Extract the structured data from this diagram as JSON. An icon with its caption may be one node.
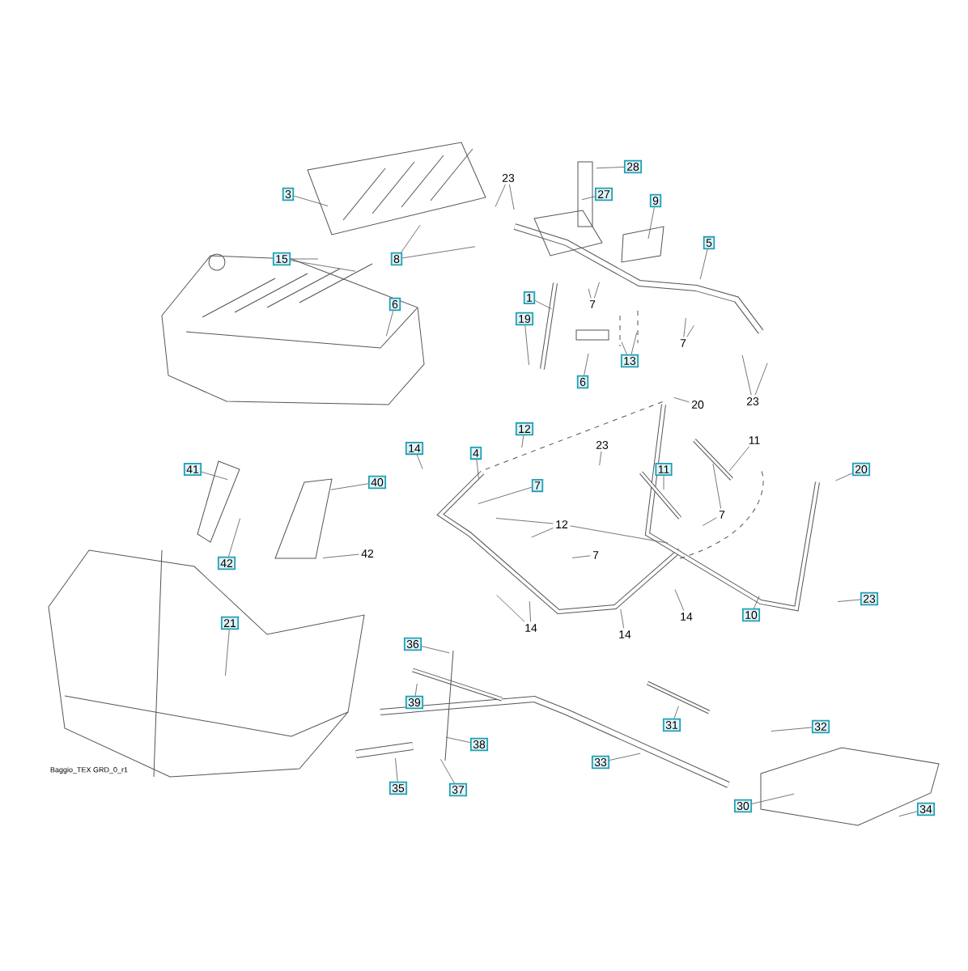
{
  "diagram": {
    "nodes": [
      {
        "text": [
          "28"
        ]
      },
      {
        "text": [
          "23"
        ]
      },
      {
        "text": [
          "3"
        ]
      },
      {
        "text": [
          "27"
        ]
      },
      {
        "text": [
          "9"
        ]
      },
      {
        "text": [
          "5"
        ]
      },
      {
        "text": [
          "15"
        ]
      },
      {
        "text": [
          "8"
        ]
      },
      {
        "text": [
          "1"
        ]
      },
      {
        "text": [
          "6"
        ]
      },
      {
        "text": [
          "19"
        ]
      },
      {
        "text": [
          "7"
        ]
      },
      {
        "text": [
          "7"
        ]
      },
      {
        "text": [
          "13"
        ]
      },
      {
        "text": [
          "6"
        ]
      },
      {
        "text": [
          "23"
        ]
      },
      {
        "text": [
          "20"
        ]
      },
      {
        "text": [
          "12"
        ]
      },
      {
        "text": [
          "23"
        ]
      },
      {
        "text": [
          "11"
        ]
      },
      {
        "text": [
          "14"
        ]
      },
      {
        "text": [
          "4"
        ]
      },
      {
        "text": [
          "41"
        ]
      },
      {
        "text": [
          "11"
        ]
      },
      {
        "text": [
          "20"
        ]
      },
      {
        "text": [
          "40"
        ]
      },
      {
        "text": [
          "7"
        ]
      },
      {
        "text": [
          "7"
        ]
      },
      {
        "text": [
          "12"
        ]
      },
      {
        "text": [
          "42"
        ]
      },
      {
        "text": [
          "7"
        ]
      },
      {
        "text": [
          "42"
        ]
      },
      {
        "text": [
          "23"
        ]
      },
      {
        "text": [
          "10"
        ]
      },
      {
        "text": [
          "21"
        ]
      },
      {
        "text": [
          "14"
        ]
      },
      {
        "text": [
          "14"
        ]
      },
      {
        "text": [
          "14"
        ]
      },
      {
        "text": [
          "36"
        ]
      },
      {
        "text": [
          "39"
        ]
      },
      {
        "text": [
          "31"
        ]
      },
      {
        "text": [
          "32"
        ]
      },
      {
        "text": [
          "38"
        ]
      },
      {
        "text": [
          "33"
        ]
      },
      {
        "text": [
          "35"
        ]
      },
      {
        "text": [
          "37"
        ]
      },
      {
        "text": [
          "30"
        ]
      },
      {
        "text": [
          "34"
        ]
      }
    ],
    "edges": [
      {
        "from": 0,
        "to": null,
        "arrow": "none"
      },
      {
        "from": 1,
        "to": null,
        "arrow": "none"
      },
      {
        "from": 1,
        "to": null,
        "arrow": "none"
      },
      {
        "from": 2,
        "to": null,
        "arrow": "none"
      },
      {
        "from": 3,
        "to": null,
        "arrow": "none"
      },
      {
        "from": 4,
        "to": null,
        "arrow": "none"
      },
      {
        "from": 5,
        "to": null,
        "arrow": "none"
      },
      {
        "from": 6,
        "to": null,
        "arrow": "none"
      },
      {
        "from": 6,
        "to": null,
        "arrow": "none"
      },
      {
        "from": 7,
        "to": null,
        "arrow": "none"
      },
      {
        "from": 7,
        "to": null,
        "arrow": "none"
      },
      {
        "from": 8,
        "to": null,
        "arrow": "none"
      },
      {
        "from": 9,
        "to": null,
        "arrow": "none"
      },
      {
        "from": 10,
        "to": null,
        "arrow": "none"
      },
      {
        "from": 11,
        "to": null,
        "arrow": "none"
      },
      {
        "from": 11,
        "to": null,
        "arrow": "none"
      },
      {
        "from": 12,
        "to": null,
        "arrow": "none"
      },
      {
        "from": 12,
        "to": null,
        "arrow": "none"
      },
      {
        "from": 13,
        "to": null,
        "arrow": "none"
      },
      {
        "from": 13,
        "to": null,
        "arrow": "none"
      },
      {
        "from": 14,
        "to": null,
        "arrow": "none"
      },
      {
        "from": 15,
        "to": null,
        "arrow": "none"
      },
      {
        "from": 15,
        "to": null,
        "arrow": "none"
      },
      {
        "from": 16,
        "to": null,
        "arrow": "none"
      },
      {
        "from": 17,
        "to": null,
        "arrow": "none"
      },
      {
        "from": 18,
        "to": null,
        "arrow": "none"
      },
      {
        "from": 19,
        "to": null,
        "arrow": "none"
      },
      {
        "from": 20,
        "to": null,
        "arrow": "none"
      },
      {
        "from": 21,
        "to": null,
        "arrow": "none"
      },
      {
        "from": 22,
        "to": null,
        "arrow": "none"
      },
      {
        "from": 23,
        "to": null,
        "arrow": "none"
      },
      {
        "from": 24,
        "to": null,
        "arrow": "none"
      },
      {
        "from": 25,
        "to": null,
        "arrow": "none"
      },
      {
        "from": 26,
        "to": null,
        "arrow": "none"
      },
      {
        "from": 27,
        "to": null,
        "arrow": "none"
      },
      {
        "from": 27,
        "to": null,
        "arrow": "none"
      },
      {
        "from": 28,
        "to": null,
        "arrow": "none"
      },
      {
        "from": 28,
        "to": null,
        "arrow": "none"
      },
      {
        "from": 28,
        "to": null,
        "arrow": "none"
      },
      {
        "from": 29,
        "to": null,
        "arrow": "none"
      },
      {
        "from": 30,
        "to": null,
        "arrow": "none"
      },
      {
        "from": 31,
        "to": null,
        "arrow": "none"
      },
      {
        "from": 32,
        "to": null,
        "arrow": "none"
      },
      {
        "from": 33,
        "to": null,
        "arrow": "none"
      },
      {
        "from": 34,
        "to": null,
        "arrow": "none"
      },
      {
        "from": 35,
        "to": null,
        "arrow": "none"
      },
      {
        "from": 35,
        "to": null,
        "arrow": "none"
      },
      {
        "from": 36,
        "to": null,
        "arrow": "none"
      },
      {
        "from": 37,
        "to": null,
        "arrow": "none"
      },
      {
        "from": 38,
        "to": null,
        "arrow": "none"
      },
      {
        "from": 39,
        "to": null,
        "arrow": "none"
      },
      {
        "from": 40,
        "to": null,
        "arrow": "none"
      },
      {
        "from": 41,
        "to": null,
        "arrow": "none"
      },
      {
        "from": 42,
        "to": null,
        "arrow": "none"
      },
      {
        "from": 43,
        "to": null,
        "arrow": "none"
      },
      {
        "from": 44,
        "to": null,
        "arrow": "none"
      },
      {
        "from": 45,
        "to": null,
        "arrow": "none"
      },
      {
        "from": 46,
        "to": null,
        "arrow": "none"
      },
      {
        "from": 47,
        "to": null,
        "arrow": "none"
      }
    ],
    "labels": [
      "Baggio_TEX GRD_0_r1"
    ]
  }
}
